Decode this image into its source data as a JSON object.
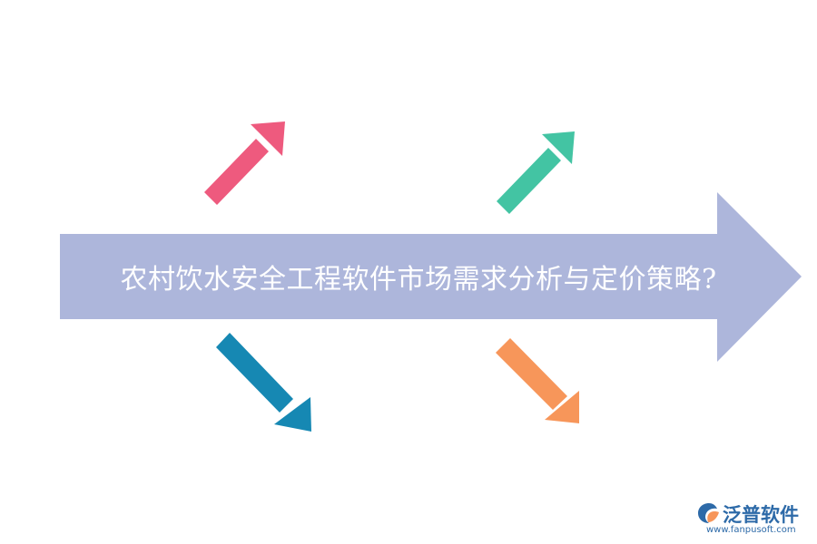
{
  "title": "农村饮水安全工程软件市场需求分析与定价策略?",
  "colors": {
    "main_arrow": "#adb6db",
    "pink_arrow": "#ee5a7e",
    "green_arrow": "#43c4a3",
    "blue_arrow": "#1688b3",
    "orange_arrow": "#f7965a",
    "logo": "#2d6aa8"
  },
  "logo": {
    "name": "泛普软件",
    "url": "www.fanpusoft.com",
    "icon": "fanpu-logo-icon"
  }
}
